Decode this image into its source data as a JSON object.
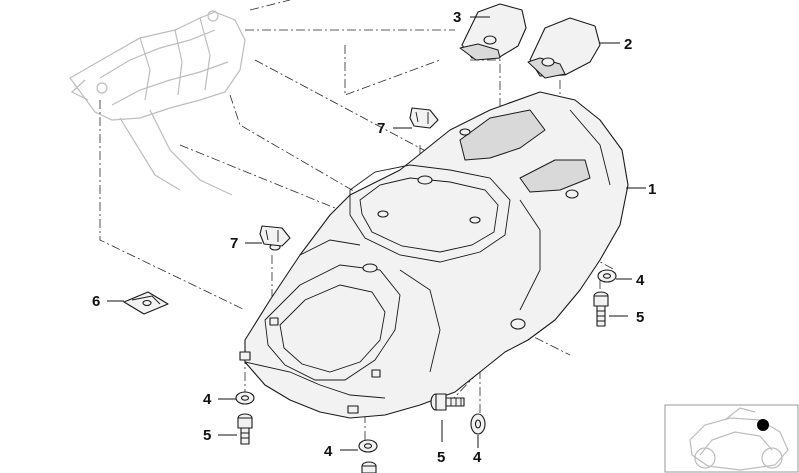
{
  "diagram": {
    "callouts": {
      "c1": "1",
      "c2": "2",
      "c3": "3",
      "c4a": "4",
      "c4b": "4",
      "c4c": "4",
      "c4d": "4",
      "c5a": "5",
      "c5b": "5",
      "c5c": "5",
      "c6": "6",
      "c7a": "7",
      "c7b": "7"
    },
    "parts": [
      {
        "number": "1",
        "name": "rear-seat-cover"
      },
      {
        "number": "2",
        "name": "cover-cap-right"
      },
      {
        "number": "3",
        "name": "cover-cap-left"
      },
      {
        "number": "4",
        "name": "washer"
      },
      {
        "number": "5",
        "name": "bolt"
      },
      {
        "number": "6",
        "name": "clip-nut"
      },
      {
        "number": "7",
        "name": "mounting-clip"
      }
    ],
    "colors": {
      "line": "#1a1a1a",
      "ghost_frame": "#bdbdbd",
      "locator_dot": "#000000",
      "background": "#ffffff"
    }
  }
}
